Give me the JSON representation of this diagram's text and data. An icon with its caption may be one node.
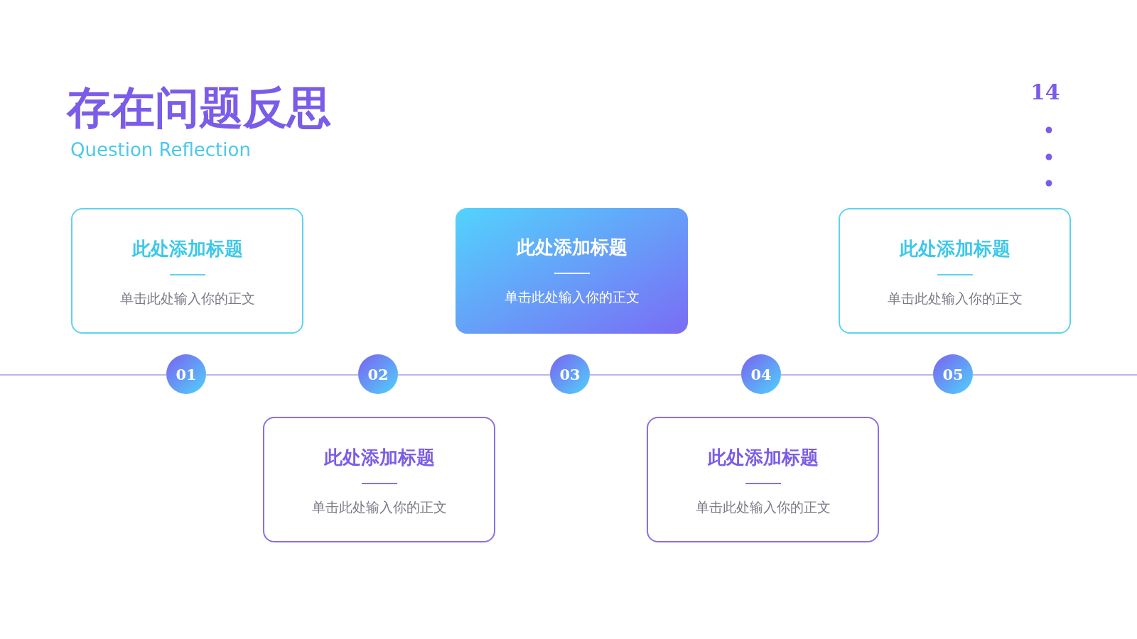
{
  "diagram": {
    "title": "存在问题反思",
    "nodes": [
      {
        "text": [
          "此处添加标题",
          "单击此处输入你的正文"
        ]
      },
      {
        "text": [
          "此处添加标题",
          "单击此处输入你的正文"
        ]
      },
      {
        "text": [
          "此处添加标题",
          "单击此处输入你的正文"
        ]
      },
      {
        "text": [
          "此处添加标题",
          "单击此处输入你的正文"
        ]
      },
      {
        "text": [
          "此处添加标题",
          "单击此处输入你的正文"
        ]
      },
      {
        "text": [
          "01"
        ]
      },
      {
        "text": [
          "02"
        ]
      },
      {
        "text": [
          "03"
        ]
      },
      {
        "text": [
          "04"
        ]
      },
      {
        "text": [
          "05"
        ]
      }
    ],
    "edges": [
      {
        "from": 5,
        "to": 6,
        "arrow": "none"
      },
      {
        "from": 6,
        "to": 7,
        "arrow": "none"
      },
      {
        "from": 7,
        "to": 8,
        "arrow": "none"
      },
      {
        "from": 8,
        "to": 9,
        "arrow": "none"
      }
    ],
    "labels": [
      "Question Reflection",
      "14"
    ]
  }
}
